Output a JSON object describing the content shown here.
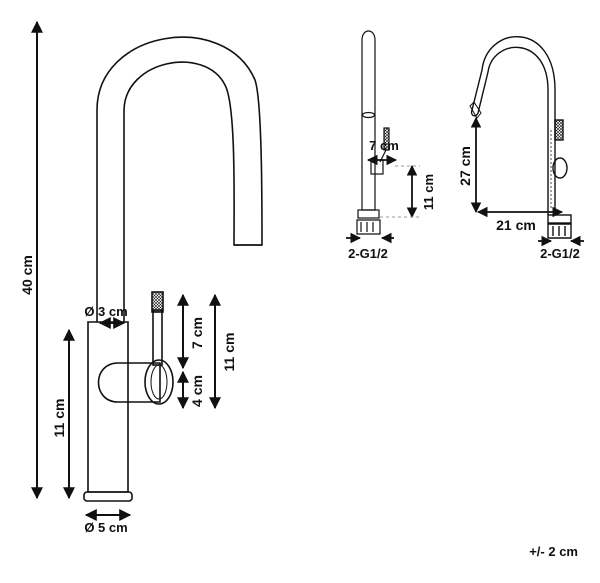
{
  "labels": {
    "total_height": "40 cm",
    "base_height": "11 cm",
    "spout_diameter": "Ø 3 cm",
    "base_diameter": "Ø 5 cm",
    "handle_upper": "7 cm",
    "handle_lower": "4 cm",
    "handle_total": "11 cm",
    "side_reach": "7 cm",
    "side_height": "11 cm",
    "side_connection": "2-G1/2",
    "pull_height": "27 cm",
    "pull_reach": "21 cm",
    "pull_connection": "2-G1/2",
    "tolerance": "+/- 2 cm"
  },
  "colors": {
    "line": "#111111",
    "background": "#ffffff"
  }
}
